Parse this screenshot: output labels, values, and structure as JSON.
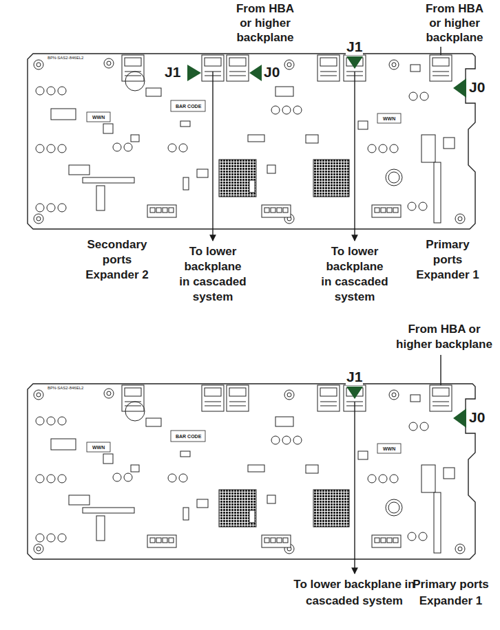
{
  "diagram": {
    "labels": [
      "From HBA or higher backplane",
      "From HBA or higher backplane",
      "J1",
      "J0",
      "J1",
      "J0",
      "BPN-SAS2-846EL2",
      "BAR CODE",
      "WWN",
      "WWN",
      "Secondary ports Expander 2",
      "To lower backplane in cascaded system",
      "To lower backplane in cascaded system",
      "Primary ports Expander 1",
      "From HBA or higher backplane",
      "J1",
      "J0",
      "BPN-SAS2-846EL2",
      "BAR CODE",
      "WWN",
      "WWN",
      "To lower backplane in cascaded system",
      "Primary ports Expander 1"
    ]
  }
}
